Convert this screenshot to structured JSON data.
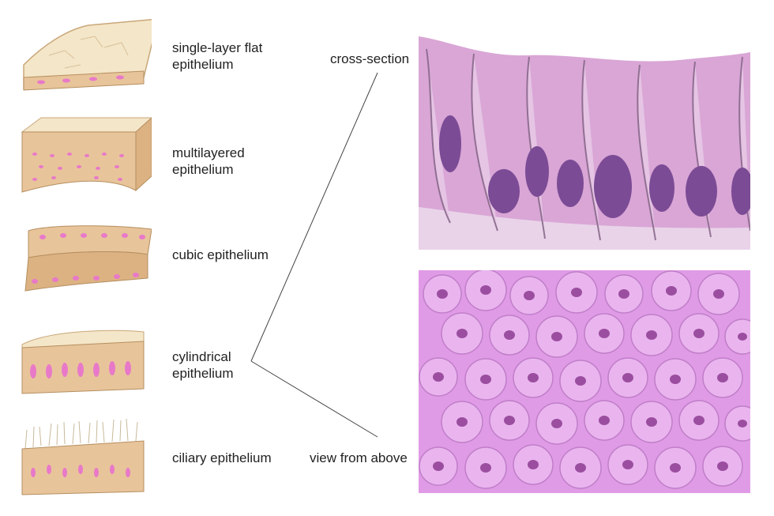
{
  "tissues": [
    {
      "label": "single-layer flat\nepithelium"
    },
    {
      "label": "multilayered\nepithelium"
    },
    {
      "label": "cubic epithelium"
    },
    {
      "label": "cylindrical\nepithelium"
    },
    {
      "label": "ciliary epithelium"
    }
  ],
  "views": {
    "cross_section_label": "cross-section",
    "top_view_label": "view from above"
  },
  "colors": {
    "tissue_body": "#e8c49a",
    "tissue_top": "#f4e6c8",
    "nucleus_pink": "#e879c9",
    "cross_bg": "#d9a6d6",
    "cross_nucleus": "#7b4b95",
    "top_bg": "#e09be6",
    "top_nucleus": "#9b4e9f",
    "line": "#333333"
  },
  "icons": [
    "flat-tissue-icon",
    "layered-tissue-icon",
    "cubic-tissue-icon",
    "cylindrical-tissue-icon",
    "ciliary-tissue-icon"
  ]
}
